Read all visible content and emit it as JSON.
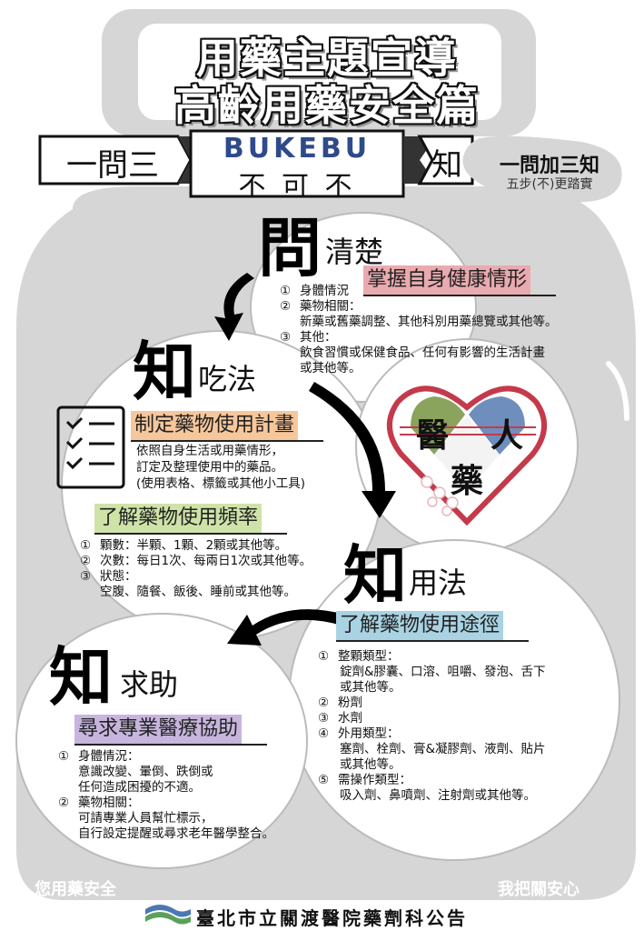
{
  "title": {
    "line1": "用藥主題宣導",
    "line2": "高齡用藥安全篇"
  },
  "banner": {
    "left": "一問三",
    "center_top": "BUKEBU",
    "center_bottom": "不 可 不",
    "right": "知"
  },
  "tagline": {
    "main": "一問加三知",
    "sub": "五步(不)更踏實"
  },
  "ask": {
    "big": "問",
    "label": "清楚",
    "highlight": "掌握自身健康情形",
    "items": [
      {
        "n": "①",
        "lines": [
          "身體情況"
        ]
      },
      {
        "n": "②",
        "lines": [
          "藥物相關：",
          "新藥或舊藥調整、其他科別用藥總覽或其他等。"
        ]
      },
      {
        "n": "③",
        "lines": [
          "其他：",
          "飲食習慣或保健食品、任何有影響的生活計畫",
          "或其他等。"
        ]
      }
    ]
  },
  "heart": {
    "left": "醫",
    "right": "人",
    "bottom": "藥"
  },
  "know_eat": {
    "big": "知",
    "label": "吃法",
    "highlight1": "制定藥物使用計畫",
    "desc": [
      "依照自身生活或用藥情形，",
      "訂定及整理使用中的藥品。",
      "(使用表格、標籤或其他小工具)"
    ],
    "highlight2": "了解藥物使用頻率",
    "items": [
      {
        "n": "①",
        "lines": [
          "顆數：半顆、1顆、2顆或其他等。"
        ]
      },
      {
        "n": "②",
        "lines": [
          "次數：每日1次、每兩日1次或其他等。"
        ]
      },
      {
        "n": "③",
        "lines": [
          "狀態：",
          "空腹、隨餐、飯後、睡前或其他等。"
        ]
      }
    ]
  },
  "know_use": {
    "big": "知",
    "label": "用法",
    "highlight": "了解藥物使用途徑",
    "items": [
      {
        "n": "①",
        "lines": [
          "整顆類型：",
          "錠劑&膠囊、口溶、咀嚼、發泡、舌下",
          "或其他等。"
        ]
      },
      {
        "n": "②",
        "lines": [
          "粉劑"
        ]
      },
      {
        "n": "③",
        "lines": [
          "水劑"
        ]
      },
      {
        "n": "④",
        "lines": [
          "外用類型：",
          "塞劑、栓劑、膏&凝膠劑、液劑、貼片",
          "或其他等。"
        ]
      },
      {
        "n": "⑤",
        "lines": [
          "需操作類型：",
          "吸入劑、鼻噴劑、注射劑或其他等。"
        ]
      }
    ]
  },
  "know_help": {
    "big": "知",
    "label": "求助",
    "highlight": "尋求專業醫療協助",
    "items": [
      {
        "n": "①",
        "lines": [
          "身體情況：",
          "意識改變、暈倒、跌倒或",
          "任何造成困擾的不適。"
        ]
      },
      {
        "n": "②",
        "lines": [
          "藥物相關：",
          "可請專業人員幫忙標示，",
          "自行設定提醒或尋求老年醫學整合。"
        ]
      }
    ]
  },
  "footer": {
    "left": "您用藥安全",
    "right": "我把關安心",
    "org": "臺北市立關渡醫院藥劑科公告"
  },
  "colors": {
    "jar": "#d6d6d6",
    "ask_hl": "#e9aab0",
    "plan_hl": "#f6c79b",
    "freq_hl": "#cfe3a8",
    "use_hl": "#a9d3e3",
    "help_hl": "#c7b5de",
    "heart_green": "#8aa35d",
    "heart_blue": "#6e8fbd"
  }
}
